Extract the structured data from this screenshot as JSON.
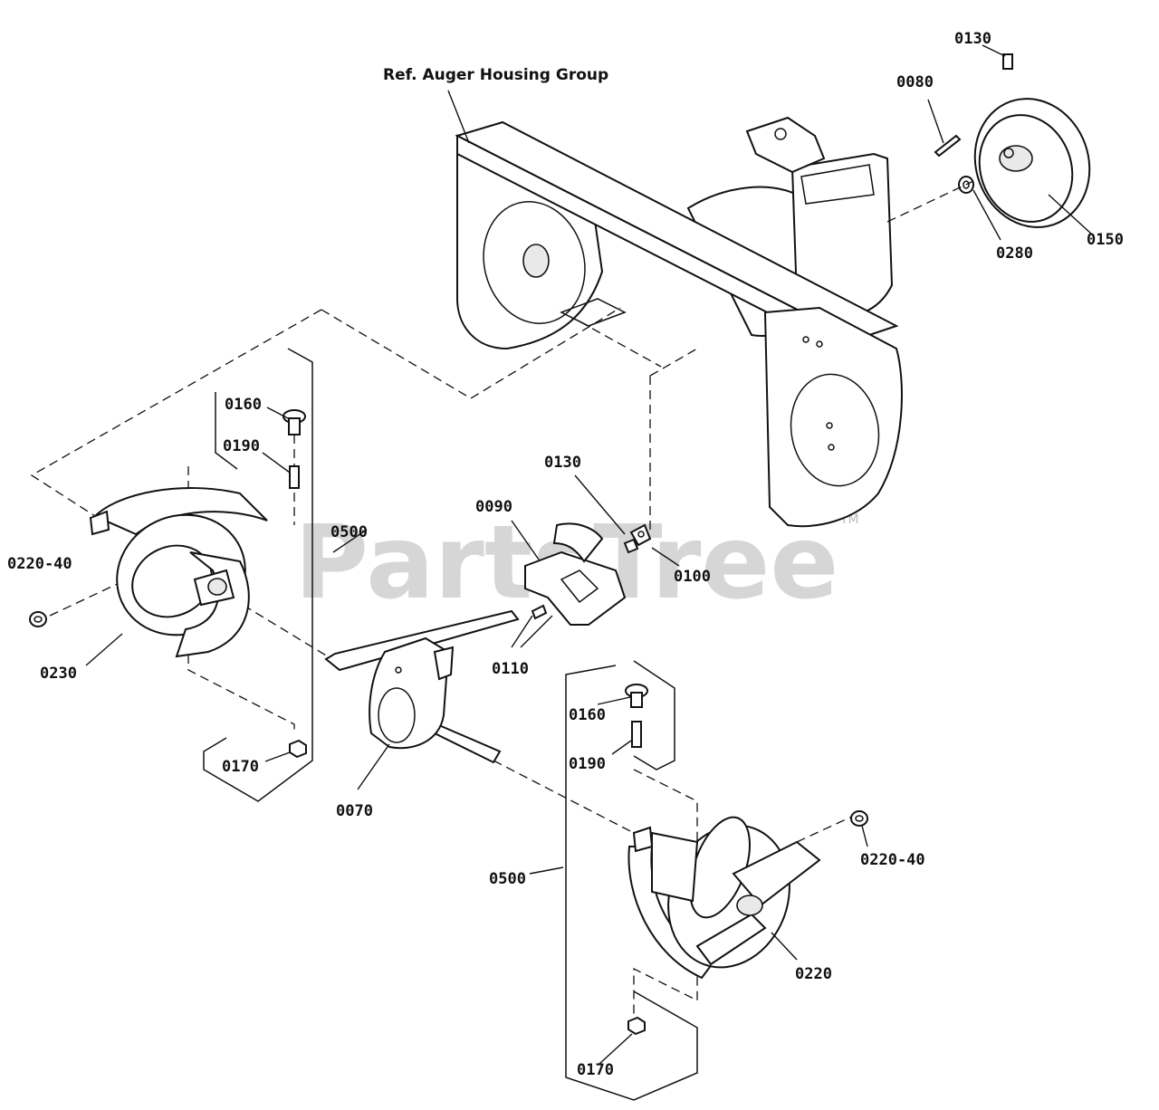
{
  "watermark": {
    "text": "PartsTree",
    "tm": "TM"
  },
  "reference": {
    "label": "Ref. Auger Housing Group"
  },
  "callouts": [
    {
      "id": "0130"
    },
    {
      "id": "0080"
    },
    {
      "id": "0280"
    },
    {
      "id": "0150"
    },
    {
      "id": "0160"
    },
    {
      "id": "0190"
    },
    {
      "id": "0130"
    },
    {
      "id": "0090"
    },
    {
      "id": "0100"
    },
    {
      "id": "0500"
    },
    {
      "id": "0220-40"
    },
    {
      "id": "0230"
    },
    {
      "id": "0110"
    },
    {
      "id": "0160"
    },
    {
      "id": "0190"
    },
    {
      "id": "0170"
    },
    {
      "id": "0070"
    },
    {
      "id": "0500"
    },
    {
      "id": "0220-40"
    },
    {
      "id": "0220"
    },
    {
      "id": "0170"
    }
  ]
}
